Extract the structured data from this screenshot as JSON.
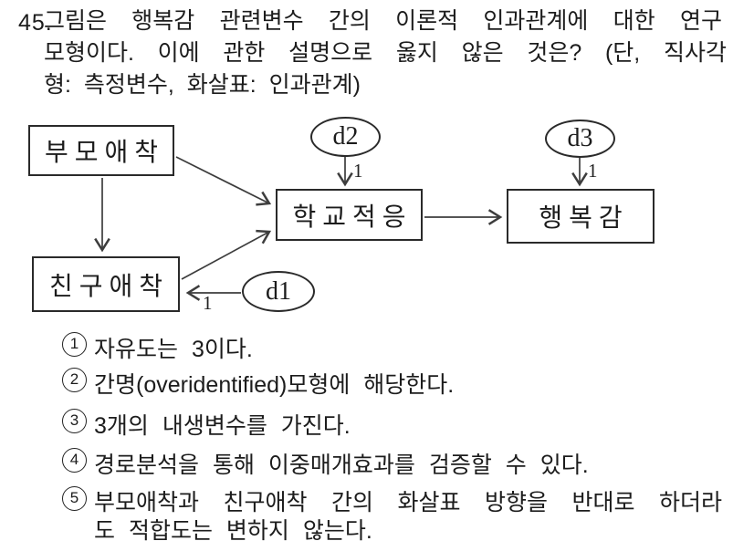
{
  "question": {
    "number": "45.",
    "lines": [
      "그림은 행복감 관련변수 간의 이론적 인과관계에 대한 연구",
      "모형이다. 이에 관한 설명으로 옳지 않은 것은? (단, 직사각",
      "형: 측정변수, 화살표: 인과관계)"
    ]
  },
  "diagram": {
    "boxes": {
      "parent": {
        "label": "부모애착"
      },
      "friend": {
        "label": "친구애착"
      },
      "school": {
        "label": "학교적응"
      },
      "happiness": {
        "label": "행복감"
      }
    },
    "disturbances": {
      "d1": {
        "label": "d1",
        "weight": "1"
      },
      "d2": {
        "label": "d2",
        "weight": "1"
      },
      "d3": {
        "label": "d3",
        "weight": "1"
      }
    },
    "edges": [
      {
        "from": "부모애착",
        "to": "친구애착"
      },
      {
        "from": "부모애착",
        "to": "학교적응"
      },
      {
        "from": "친구애착",
        "to": "학교적응"
      },
      {
        "from": "학교적응",
        "to": "행복감"
      },
      {
        "from": "d1",
        "to": "친구애착"
      },
      {
        "from": "d2",
        "to": "학교적응"
      },
      {
        "from": "d3",
        "to": "행복감"
      }
    ],
    "legend_note": "직사각형: 측정변수, 화살표: 인과관계"
  },
  "options": [
    {
      "num": "1",
      "lines": [
        "자유도는 3이다."
      ]
    },
    {
      "num": "2",
      "lines": [
        "간명(overidentified)모형에 해당한다."
      ]
    },
    {
      "num": "3",
      "lines": [
        "3개의 내생변수를 가진다."
      ]
    },
    {
      "num": "4",
      "lines": [
        "경로분석을 통해 이중매개효과를 검증할 수 있다."
      ]
    },
    {
      "num": "5",
      "lines": [
        "부모애착과 친구애착 간의 화살표 방향을 반대로 하더라",
        "도 적합도는 변하지 않는다."
      ]
    }
  ],
  "colors": {
    "ink": "#1c1c1c",
    "line": "#3d3d3d",
    "border": "#2a2a2a",
    "background": "#ffffff"
  }
}
